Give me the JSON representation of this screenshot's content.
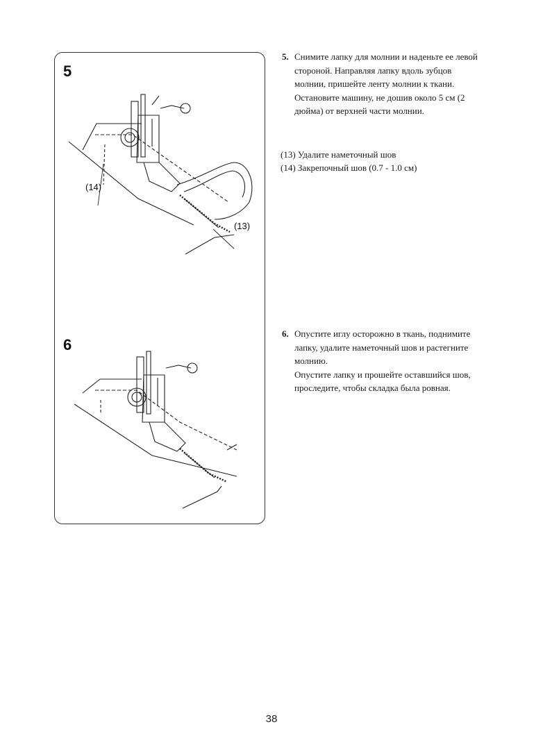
{
  "figures": {
    "step5": {
      "number": "5",
      "label_14": "(14)",
      "label_13": "(13)"
    },
    "step6": {
      "number": "6"
    }
  },
  "step5": {
    "number": "5.",
    "lines": [
      "Снимите лапку для молнии и наденьте ее левой",
      "стороной. Направляя лапку вдоль зубцов",
      "молнии, пришейте ленту молнии к ткани.",
      "Остановите машину, не дошив около 5 см (2",
      "дюйма) от верхней части молнии."
    ],
    "legend": [
      "(13) Удалите наметочный шов",
      "(14) Закрепочный шов (0.7 - 1.0 см)"
    ]
  },
  "step6": {
    "number": "6.",
    "lines": [
      "Опустите иглу осторожно в ткань, поднимите",
      "лапку, удалите наметочный шов и растегните",
      "молнию."
    ],
    "continuation": [
      "Опустите лапку и прошейте оставшийся шов,",
      "проследите, чтобы складка была ровная."
    ]
  },
  "footer": {
    "page_number": "38"
  }
}
